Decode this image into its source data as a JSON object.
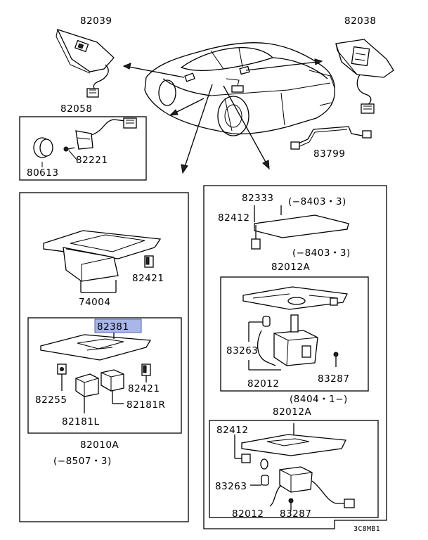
{
  "parts": {
    "p82039": "82039",
    "p82038": "82038",
    "p82058": "82058",
    "p82221": "82221",
    "p80613": "80613",
    "p83799": "83799",
    "p74004": "74004",
    "p82421a": "82421",
    "p82381": "82381",
    "p82255": "82255",
    "p82421b": "82421",
    "p82181R": "82181R",
    "p82181L": "82181L",
    "p82010A": "82010A",
    "range_left": "(−8507・3)",
    "p82333": "82333",
    "range_82333": "(−8403・3)",
    "p82412a": "82412",
    "range_upper": "(−8403・3)",
    "p82012A_a": "82012A",
    "p83263a": "83263",
    "p82012a": "82012",
    "p83287a": "83287",
    "range_lower": "(8404・1−)",
    "p82012A_b": "82012A",
    "p82412b": "82412",
    "p83263b": "83263",
    "p82012b": "82012",
    "p83287b": "83287"
  },
  "diagram_code": "3C8MB1",
  "highlight_color": "#a8b6e8"
}
